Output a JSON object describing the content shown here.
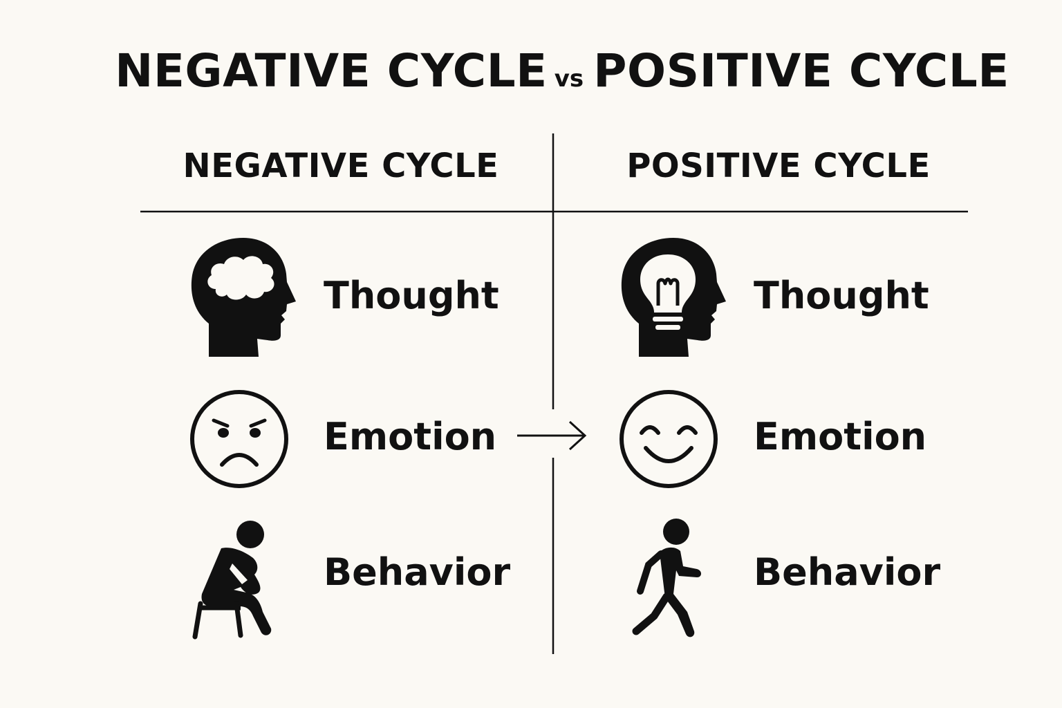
{
  "colors": {
    "background": "#fbf9f4",
    "ink": "#111111"
  },
  "title": {
    "left": "NEGATIVE CYCLE",
    "connector": "vs",
    "right": "POSITIVE CYCLE"
  },
  "columns": {
    "negative": {
      "header": "NEGATIVE CYCLE",
      "rows": [
        {
          "label": "Thought",
          "icon": "head-cloud-icon"
        },
        {
          "label": "Emotion",
          "icon": "sad-face-icon"
        },
        {
          "label": "Behavior",
          "icon": "sitting-person-icon"
        }
      ]
    },
    "positive": {
      "header": "POSITIVE CYCLE",
      "rows": [
        {
          "label": "Thought",
          "icon": "head-lightbulb-icon"
        },
        {
          "label": "Emotion",
          "icon": "smiling-face-icon"
        },
        {
          "label": "Behavior",
          "icon": "walking-person-icon"
        }
      ]
    }
  },
  "connector_icon": "arrow-right-icon"
}
